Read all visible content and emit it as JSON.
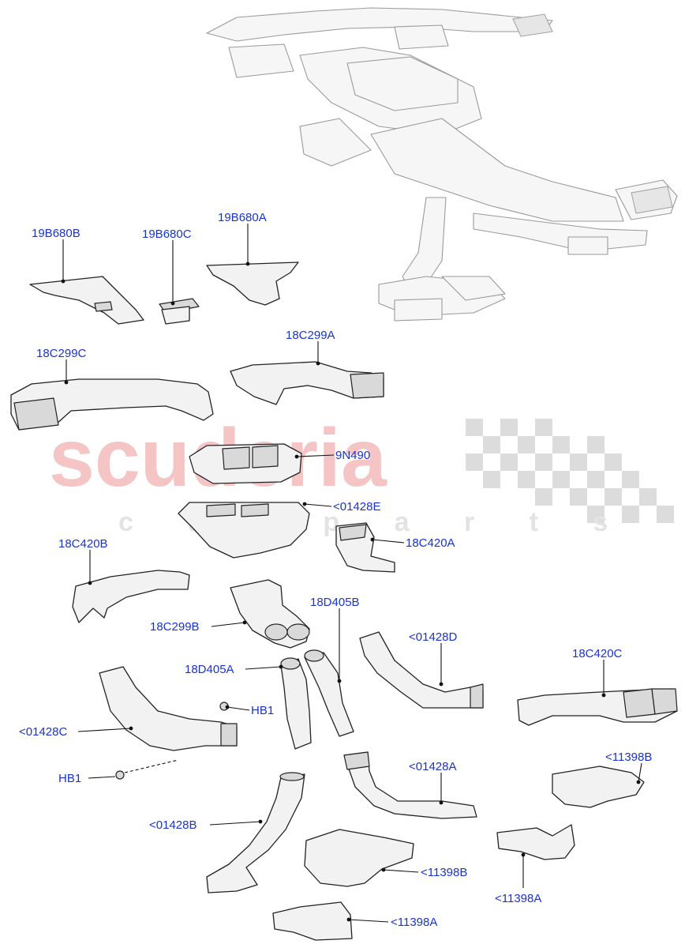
{
  "watermark": {
    "brand": "scuderia",
    "sub": "c a r   p a r t s",
    "brand_color": "#f4b8b8",
    "checker_color": "#d9d9d9"
  },
  "callouts": {
    "19B680B": "19B680B",
    "19B680C": "19B680C",
    "19B680A": "19B680A",
    "18C299C": "18C299C",
    "18C299A": "18C299A",
    "9N490": "9N490",
    "01428E": "<01428E",
    "18C420B": "18C420B",
    "18C420A": "18C420A",
    "18D405B": "18D405B",
    "18C299B": "18C299B",
    "01428D": "<01428D",
    "18D405A": "18D405A",
    "18C420C": "18C420C",
    "HB1_upper": "HB1",
    "01428C": "<01428C",
    "HB1_lower": "HB1",
    "11398B_right": "<11398B",
    "01428A": "<01428A",
    "01428B": "<01428B",
    "11398B_mid": "<11398B",
    "11398A_right": "<11398A",
    "11398A_bottom": "<11398A"
  },
  "colors": {
    "label": "#1a33cc",
    "line": "#222222"
  }
}
